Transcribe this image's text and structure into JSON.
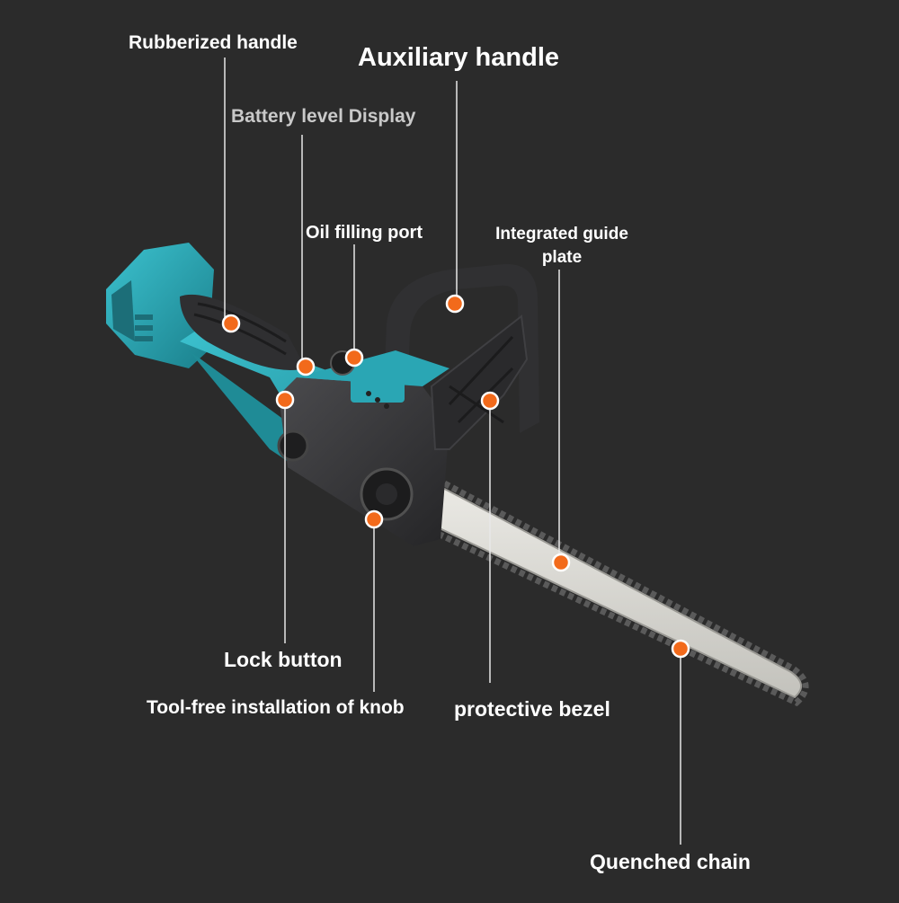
{
  "labels": {
    "rubberized_handle": "Rubberized handle",
    "auxiliary_handle": "Auxiliary handle",
    "battery_display": "Battery level Display",
    "oil_port": "Oil filling port",
    "guide_plate": "Integrated guide plate",
    "lock_button": "Lock button",
    "knob": "Tool-free installation of knob",
    "bezel": "protective bezel",
    "chain": "Quenched chain"
  },
  "colors": {
    "background": "#2b2b2b",
    "body_teal": "#2aa6b4",
    "body_teal_dark": "#1d7f8a",
    "plastic_dark": "#3a3a3c",
    "bar_silver": "#d8d8d4",
    "marker_orange": "#f26a1b",
    "leader_line": "#e8e8e8"
  }
}
